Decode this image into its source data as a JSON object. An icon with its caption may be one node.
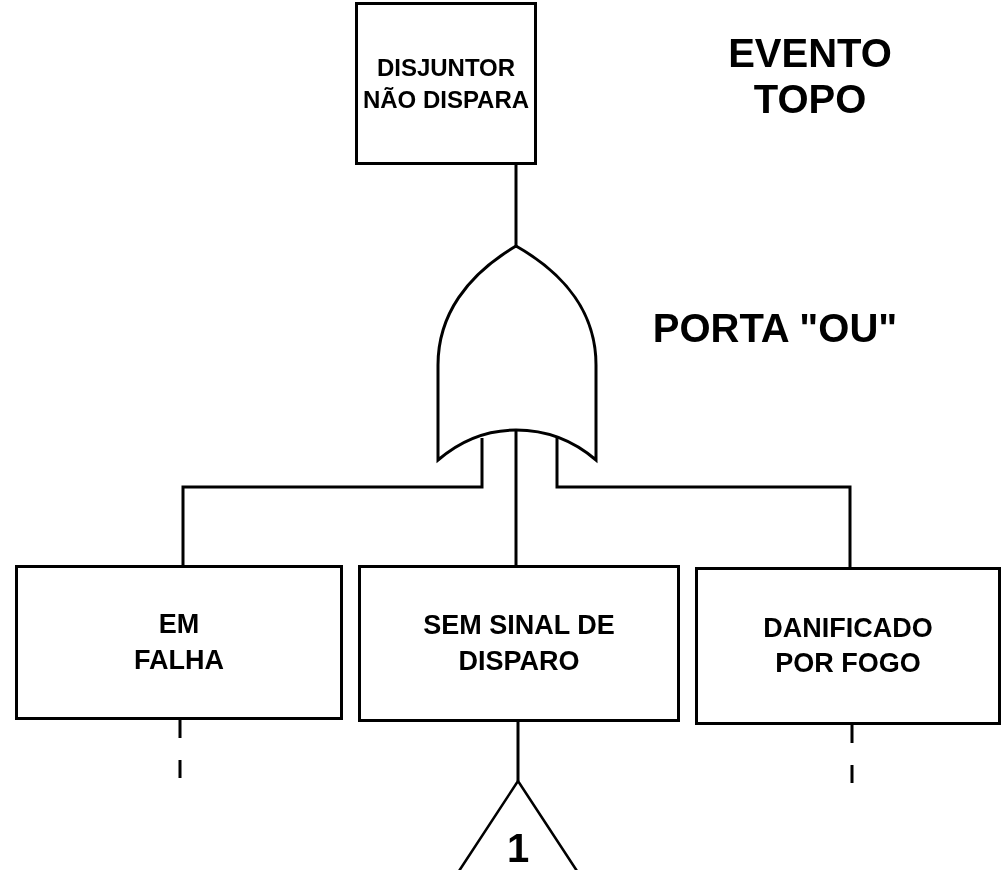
{
  "diagram": {
    "nodes": [
      {
        "text": [
          "DISJUNTOR NÃO DISPARA"
        ]
      },
      {
        "text": [],
        "shape": "gate"
      },
      {
        "text": [
          "EM FALHA"
        ]
      },
      {
        "text": [
          "SEM SINAL DE DISPARO"
        ]
      },
      {
        "text": [
          "DANIFICADO POR FOGO"
        ]
      },
      {
        "text": [
          "1"
        ]
      }
    ],
    "edges": [
      {
        "from": 0,
        "to": 1,
        "arrow": "none"
      },
      {
        "from": 1,
        "to": 2,
        "arrow": "none"
      },
      {
        "from": 1,
        "to": 3,
        "arrow": "none"
      },
      {
        "from": 1,
        "to": 4,
        "arrow": "none"
      },
      {
        "from": 3,
        "to": 5,
        "arrow": "none"
      },
      {
        "from": 2,
        "to": null,
        "arrow": "none",
        "style": "dashed"
      },
      {
        "from": 4,
        "to": null,
        "arrow": "none",
        "style": "dashed"
      }
    ],
    "labels": [
      "EVENTO TOPO",
      "PORTA \"OU\""
    ]
  }
}
